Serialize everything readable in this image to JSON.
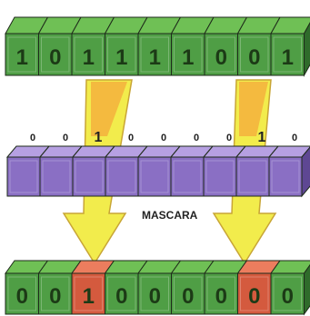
{
  "diagram": {
    "input_bits": [
      "1",
      "0",
      "1",
      "1",
      "1",
      "1",
      "0",
      "0",
      "1"
    ],
    "mask_bits": [
      "0",
      "0",
      "1",
      "0",
      "0",
      "0",
      "0",
      "1",
      "0"
    ],
    "mask_label": "MASCARA",
    "output_bits": [
      "0",
      "0",
      "1",
      "0",
      "0",
      "0",
      "0",
      "0",
      "0"
    ],
    "output_highlight": [
      false,
      false,
      true,
      false,
      false,
      false,
      false,
      true,
      false
    ],
    "colors": {
      "green_face": "#4f9e45",
      "green_top": "#6fc055",
      "green_side": "#2f6b2b",
      "purple_face": "#8a6fc4",
      "purple_top": "#b6a0e2",
      "purple_side": "#5e4793",
      "red_face": "#d45a3e",
      "red_top": "#ec7d5e",
      "arrow_yellow": "#f2ec4c",
      "arrow_orange": "#f4b53e",
      "digit_dark": "#1c3a16"
    }
  }
}
